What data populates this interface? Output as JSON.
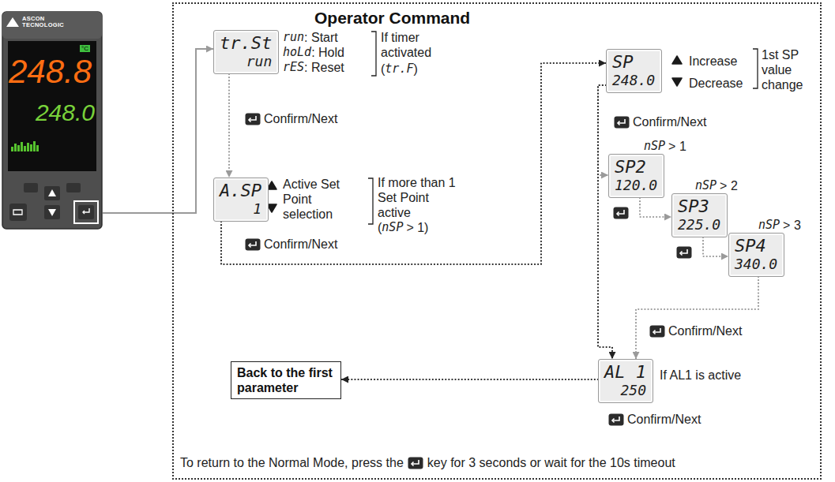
{
  "diagram": {
    "title": "Operator Command",
    "nodes": [
      {
        "text": [
          "ASCON TECNOLOGIC",
          "°C",
          "248.8",
          "248.0"
        ]
      },
      {
        "text": [
          "Operator Command"
        ]
      },
      {
        "text": [
          "tr.St",
          "run"
        ],
        "in": 1
      },
      {
        "text": [
          "A.SP",
          "1"
        ],
        "in": 1
      },
      {
        "text": [
          "SP",
          "248.0"
        ],
        "in": 1
      },
      {
        "text": [
          "SP2",
          "120.0"
        ],
        "in": 1
      },
      {
        "text": [
          "SP3",
          "225.0"
        ],
        "in": 1
      },
      {
        "text": [
          "SP4",
          "340.0"
        ],
        "in": 1
      },
      {
        "text": [
          "AL 1",
          "250"
        ],
        "in": 1
      },
      {
        "text": [
          "Back to the first parameter"
        ],
        "in": 1
      }
    ],
    "edges": [
      {
        "from": 0,
        "to": 2,
        "arrow": "to"
      },
      {
        "from": 2,
        "to": 3,
        "arrow": "to"
      },
      {
        "from": 3,
        "to": 4,
        "arrow": "to"
      },
      {
        "from": 4,
        "to": 5,
        "arrow": "to"
      },
      {
        "from": 5,
        "to": 6,
        "arrow": "to"
      },
      {
        "from": 6,
        "to": 7,
        "arrow": "to"
      },
      {
        "from": 7,
        "to": 8,
        "arrow": "to"
      },
      {
        "from": 4,
        "to": 8,
        "arrow": "to"
      },
      {
        "from": 8,
        "to": 9,
        "arrow": "to"
      }
    ],
    "labels": [
      "run",
      ": Start",
      "hoLd",
      ": Hold",
      "rES",
      ": Reset",
      "If timer activated",
      "(",
      "tr.F",
      ")",
      "Confirm/Next",
      "Active Set Point selection",
      "If more than 1 Set Point active",
      "(",
      "nSP",
      "> 1)",
      "Confirm/Next",
      "Increase",
      "Decrease",
      "1st SP value change",
      "Confirm/Next",
      "nSP",
      "> 1",
      "nSP",
      "> 2",
      "nSP",
      "> 3",
      "Confirm/Next",
      "If AL1 is active",
      "Confirm/Next",
      "To return to the Normal Mode, press the",
      "key for 3 seconds or wait for the 10s timeout"
    ]
  }
}
